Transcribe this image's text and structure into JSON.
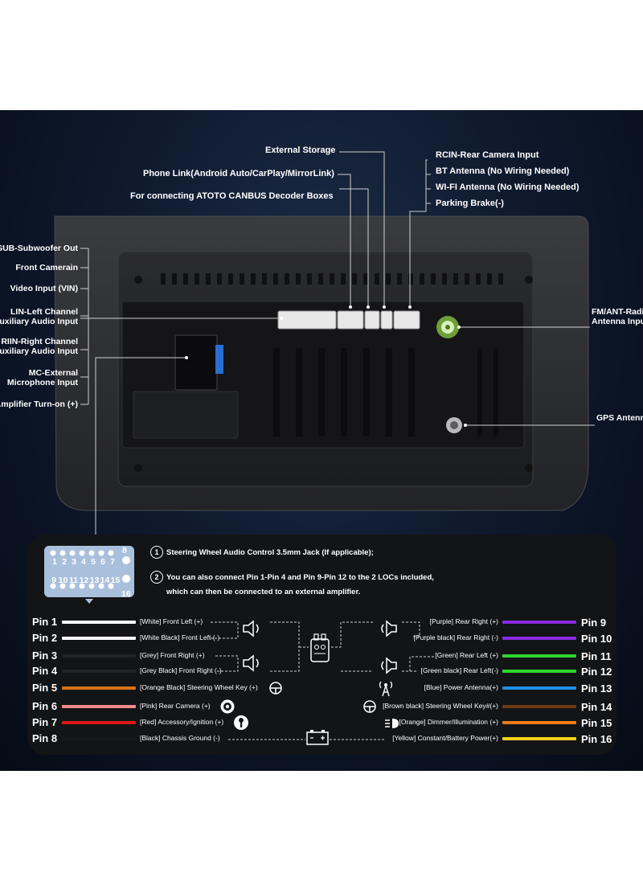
{
  "top_labels": {
    "external_storage": "External Storage",
    "phone_link": "Phone Link(Android Auto/CarPlay/MirrorLink)",
    "canbus": "For connecting ATOTO CANBUS Decoder Boxes",
    "rcin": "RCIN-Rear Camera Input",
    "bt": "BT Antenna (No Wiring Needed)",
    "wifi": "WI-FI Antenna (No Wiring Needed)",
    "parking": "Parking Brake(-)"
  },
  "left_labels": {
    "sub": "SUB-Subwoofer Out",
    "front_camera": "Front Camerain",
    "video": "Video Input (VIN)",
    "lin_1": "LIN-Left Channel",
    "lin_2": "Auxiliary Audio Input",
    "riin_1": "RIIN-Right Channel",
    "riin_2": "Auxiliary Audio Input",
    "mc_1": "MC-External",
    "mc_2": "Microphone Input",
    "amp": "Amplifier Turn-on (+)"
  },
  "right_labels": {
    "fm_1": "FM/ANT-Radio",
    "fm_2": "Antenna Input",
    "gps": "GPS Antenna"
  },
  "pin_grid": {
    "top_row": [
      "1",
      "2",
      "3",
      "4",
      "5",
      "6",
      "7"
    ],
    "top_extra": "8",
    "bottom_row": [
      "9",
      "10",
      "11",
      "12",
      "13",
      "14",
      "15"
    ],
    "bottom_extra": "16"
  },
  "notes": {
    "n1_num": "1",
    "n1": "Steering Wheel Audio Control 3.5mm Jack (If applicable);",
    "n2_num": "2",
    "n2_a": "You can also connect Pin 1-Pin 4 and Pin 9-Pin 12 to the 2 LOCs included,",
    "n2_b": "which can then be connected to an external amplifier."
  },
  "left_pins": [
    {
      "pin": "Pin 1",
      "label": "[White]  Front Left (+)",
      "color": "#ffffff"
    },
    {
      "pin": "Pin 2",
      "label": "[White Black]  Front Left (-)",
      "color": "#ffffff"
    },
    {
      "pin": "Pin 3",
      "label": "[Grey]  Front Right (+)",
      "color": "#222222"
    },
    {
      "pin": "Pin 4",
      "label": "[Grey Black]  Front Right (-)",
      "color": "#222222"
    },
    {
      "pin": "Pin 5",
      "label": "[Orange Black]  Steering Wheel Key (+)",
      "color": "#d9731c"
    },
    {
      "pin": "Pin 6",
      "label": "[Pink]  Rear Camera (+)",
      "color": "#f08a8a"
    },
    {
      "pin": "Pin 7",
      "label": "[Red]  Accessory/Ignition (+)",
      "color": "#e01818"
    },
    {
      "pin": "Pin 8",
      "label": "[Black] Chassis Ground (-)",
      "color": "#1a1a1a"
    }
  ],
  "right_pins": [
    {
      "pin": "Pin 9",
      "label": "[Purple] Rear Right (+)",
      "color": "#8a2be2"
    },
    {
      "pin": "Pin 10",
      "label": "[Purple black] Rear Right (-)",
      "color": "#8a2be2"
    },
    {
      "pin": "Pin 11",
      "label": "[Green] Rear Left (+)",
      "color": "#2ed62e"
    },
    {
      "pin": "Pin 12",
      "label": "[Green black] Rear Left(-)",
      "color": "#2ed62e"
    },
    {
      "pin": "Pin 13",
      "label": "[Blue] Power Antenna(+)",
      "color": "#1e8fe8"
    },
    {
      "pin": "Pin 14",
      "label": "[Brown black] Steering Wheel Key#(+)",
      "color": "#6b3a12"
    },
    {
      "pin": "Pin 15",
      "label": "[Orange] Dimmer/Illumination (+)",
      "color": "#f07a18"
    },
    {
      "pin": "Pin 16",
      "label": "[Yellow] Constant/Battery Power(+)",
      "color": "#f2d21a"
    }
  ],
  "icons": {
    "speaker_left": "speaker-icon",
    "speaker_right": "speaker-icon",
    "loc": "loc-converter-icon",
    "steering": "steering-wheel-icon",
    "camera": "camera-icon",
    "key": "key-icon",
    "antenna": "antenna-icon",
    "bulb": "light-icon",
    "battery": "battery-icon"
  }
}
